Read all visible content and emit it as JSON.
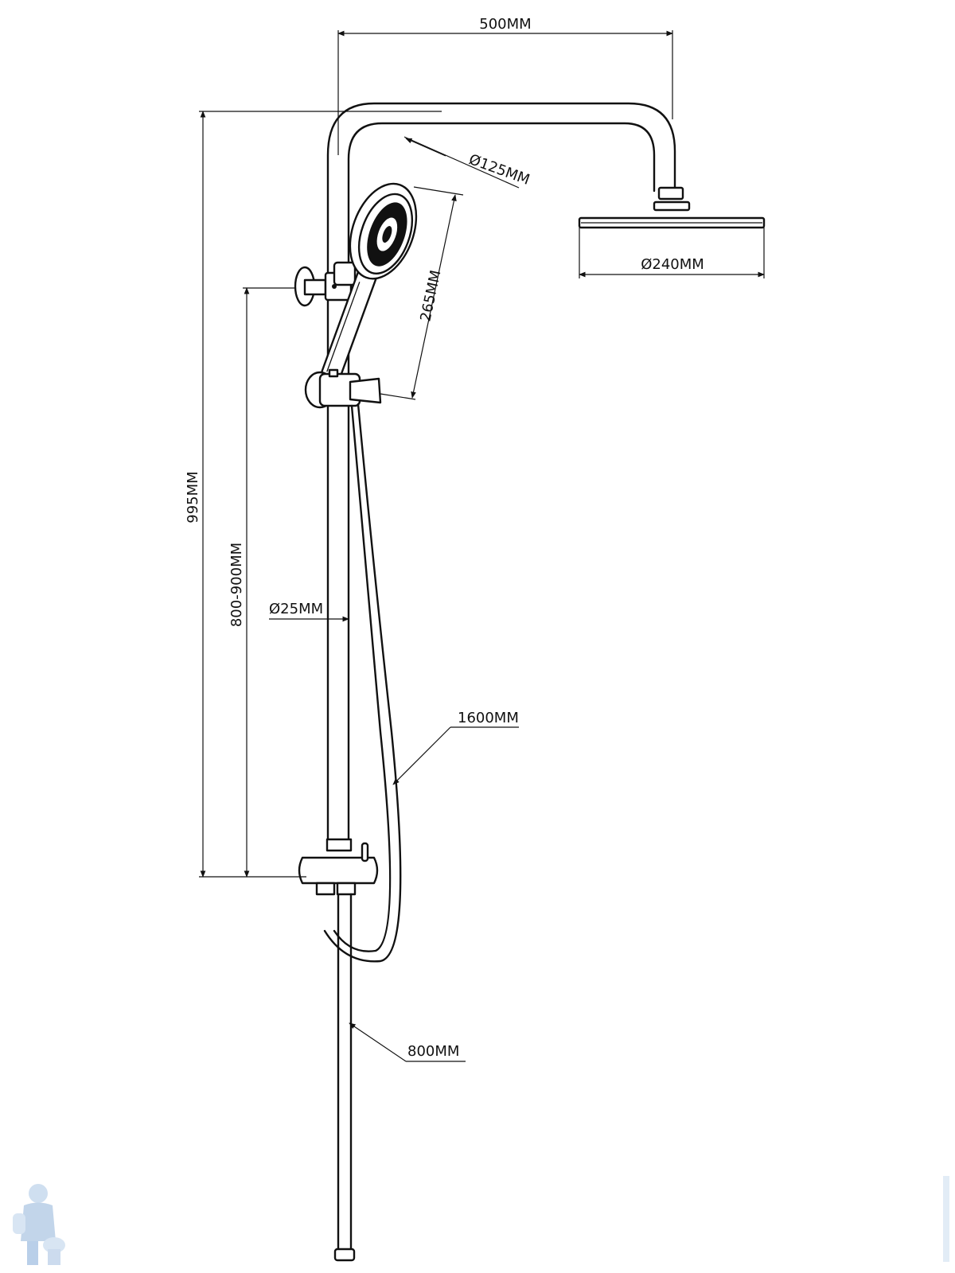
{
  "dimensions": {
    "arm_span": "500MM",
    "handshower_diameter": "Ø125MM",
    "rainhead_diameter": "Ø240MM",
    "handshower_length": "265MM",
    "total_height": "995MM",
    "adjustable_height": "800-900MM",
    "rail_diameter": "Ø25MM",
    "hose_length": "1600MM",
    "pipe_length": "800MM"
  },
  "colors": {
    "line": "#111111",
    "background": "#ffffff",
    "watermark": "#9ab6d6"
  },
  "icons": {
    "watermark_logo": "plumber-mascot-icon"
  }
}
